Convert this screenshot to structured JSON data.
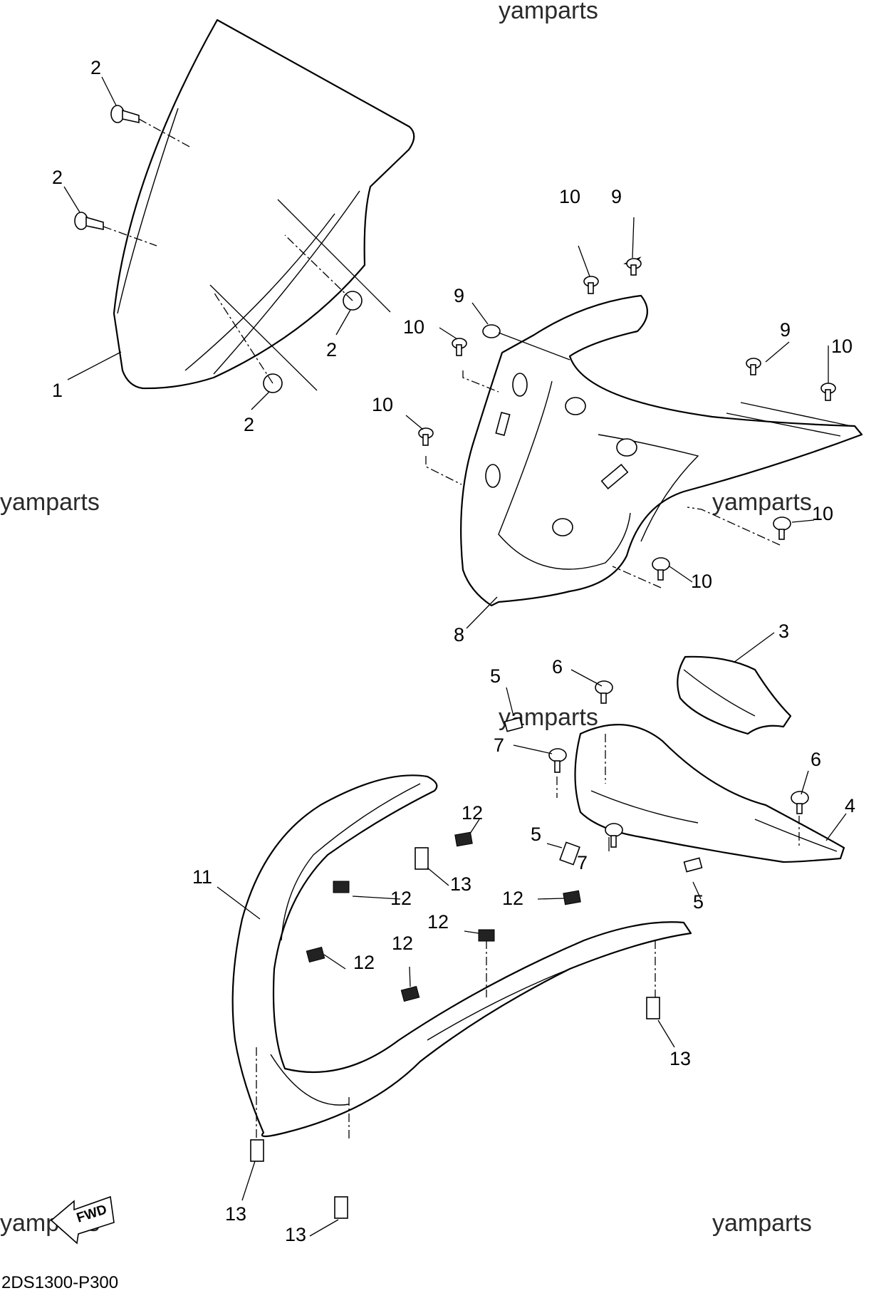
{
  "watermark": "yamparts",
  "diagram_code": "2DS1300-P300",
  "fwd_label": "FWD",
  "callouts": {
    "c1": "1",
    "c2a": "2",
    "c2b": "2",
    "c2c": "2",
    "c2d": "2",
    "c3": "3",
    "c4": "4",
    "c5a": "5",
    "c5b": "5",
    "c5c": "5",
    "c6a": "6",
    "c6b": "6",
    "c7a": "7",
    "c7b": "7",
    "c8": "8",
    "c9a": "9",
    "c9b": "9",
    "c9c": "9",
    "c10a": "10",
    "c10b": "10",
    "c10c": "10",
    "c10d": "10",
    "c10e": "10",
    "c10f": "10",
    "c11": "11",
    "c12a": "12",
    "c12b": "12",
    "c12c": "12",
    "c12d": "12",
    "c12e": "12",
    "c12f": "12",
    "c13a": "13",
    "c13b": "13",
    "c13c": "13",
    "c13d": "13"
  }
}
